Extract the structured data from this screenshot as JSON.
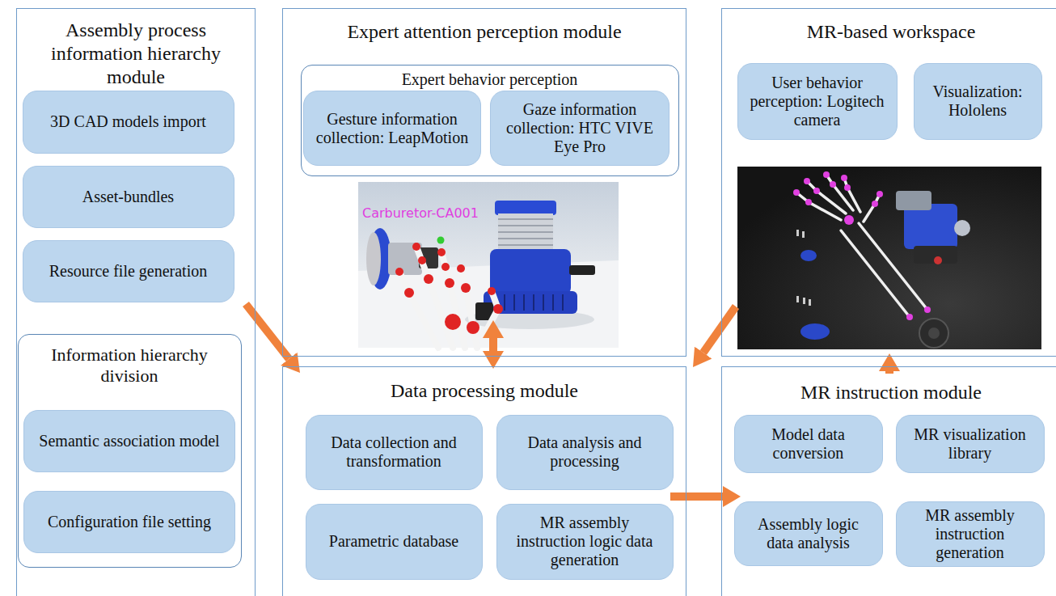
{
  "diagram": {
    "nodes": [
      {
        "text": [
          "Assembly process information hierarchy module"
        ]
      },
      {
        "text": [
          "3D CAD models import"
        ],
        "in": 0
      },
      {
        "text": [
          "Asset-bundles"
        ],
        "in": 0
      },
      {
        "text": [
          "Resource file generation"
        ],
        "in": 0
      },
      {
        "text": [
          "Information hierarchy division"
        ],
        "in": 0
      },
      {
        "text": [
          "Semantic association model"
        ],
        "in": 4
      },
      {
        "text": [
          "Configuration file setting"
        ],
        "in": 4
      },
      {
        "text": [
          "Expert attention perception module"
        ]
      },
      {
        "text": [
          "Expert behavior perception"
        ],
        "in": 7
      },
      {
        "text": [
          "Gesture information collection: LeapMotion"
        ],
        "in": 8
      },
      {
        "text": [
          "Gaze information collection: HTC VIVE Eye Pro"
        ],
        "in": 8
      },
      {
        "text": [
          "MR-based workspace"
        ]
      },
      {
        "text": [
          "User behavior perception: Logitech camera"
        ],
        "in": 11
      },
      {
        "text": [
          "Visualization: Hololens"
        ],
        "in": 11
      },
      {
        "text": [
          "Data processing module"
        ]
      },
      {
        "text": [
          "Data collection and transformation"
        ],
        "in": 14
      },
      {
        "text": [
          "Data analysis and processing"
        ],
        "in": 14
      },
      {
        "text": [
          "Parametric database"
        ],
        "in": 14
      },
      {
        "text": [
          "MR assembly instruction logic data generation"
        ],
        "in": 14
      },
      {
        "text": [
          "MR instruction module"
        ]
      },
      {
        "text": [
          "Model data conversion"
        ],
        "in": 19
      },
      {
        "text": [
          "MR visualization library"
        ],
        "in": 19
      },
      {
        "text": [
          "Assembly logic data analysis"
        ],
        "in": 19
      },
      {
        "text": [
          "MR assembly instruction generation"
        ],
        "in": 19
      }
    ],
    "edges": [
      {
        "from": 0,
        "to": 14,
        "arrow": "to"
      },
      {
        "from": 7,
        "to": 14,
        "arrow": "both"
      },
      {
        "from": 11,
        "to": 14,
        "arrow": "to"
      },
      {
        "from": 14,
        "to": 19,
        "arrow": "to"
      },
      {
        "from": 19,
        "to": 11,
        "arrow": "to"
      }
    ],
    "labels": [
      "Carburetor-CA001"
    ]
  }
}
